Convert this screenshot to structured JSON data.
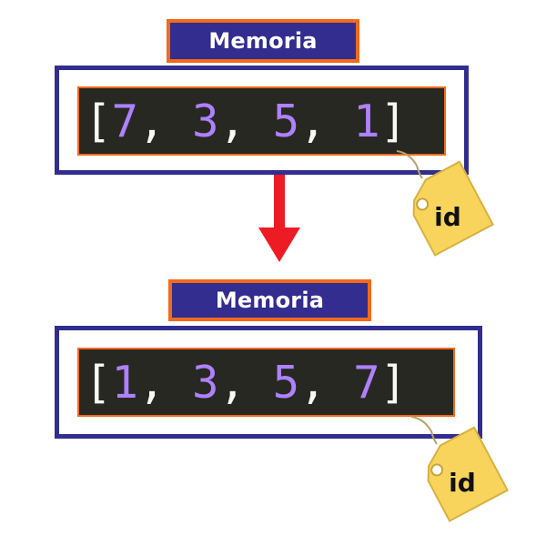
{
  "diagram": {
    "before": {
      "label": "Memoria",
      "open_bracket": "[",
      "close_bracket": "]",
      "separator": ", ",
      "values": [
        "7",
        "3",
        "5",
        "1"
      ],
      "tag": "id"
    },
    "after": {
      "label": "Memoria",
      "open_bracket": "[",
      "close_bracket": "]",
      "separator": ", ",
      "values": [
        "1",
        "3",
        "5",
        "7"
      ],
      "tag": "id"
    }
  },
  "colors": {
    "frame": "#322d8e",
    "accent_border": "#f26a1b",
    "code_background": "#272822",
    "number": "#ae81ff",
    "punctuation": "#f8f8f2",
    "arrow": "#ed1c24",
    "tag_fill": "#f9d45c"
  }
}
